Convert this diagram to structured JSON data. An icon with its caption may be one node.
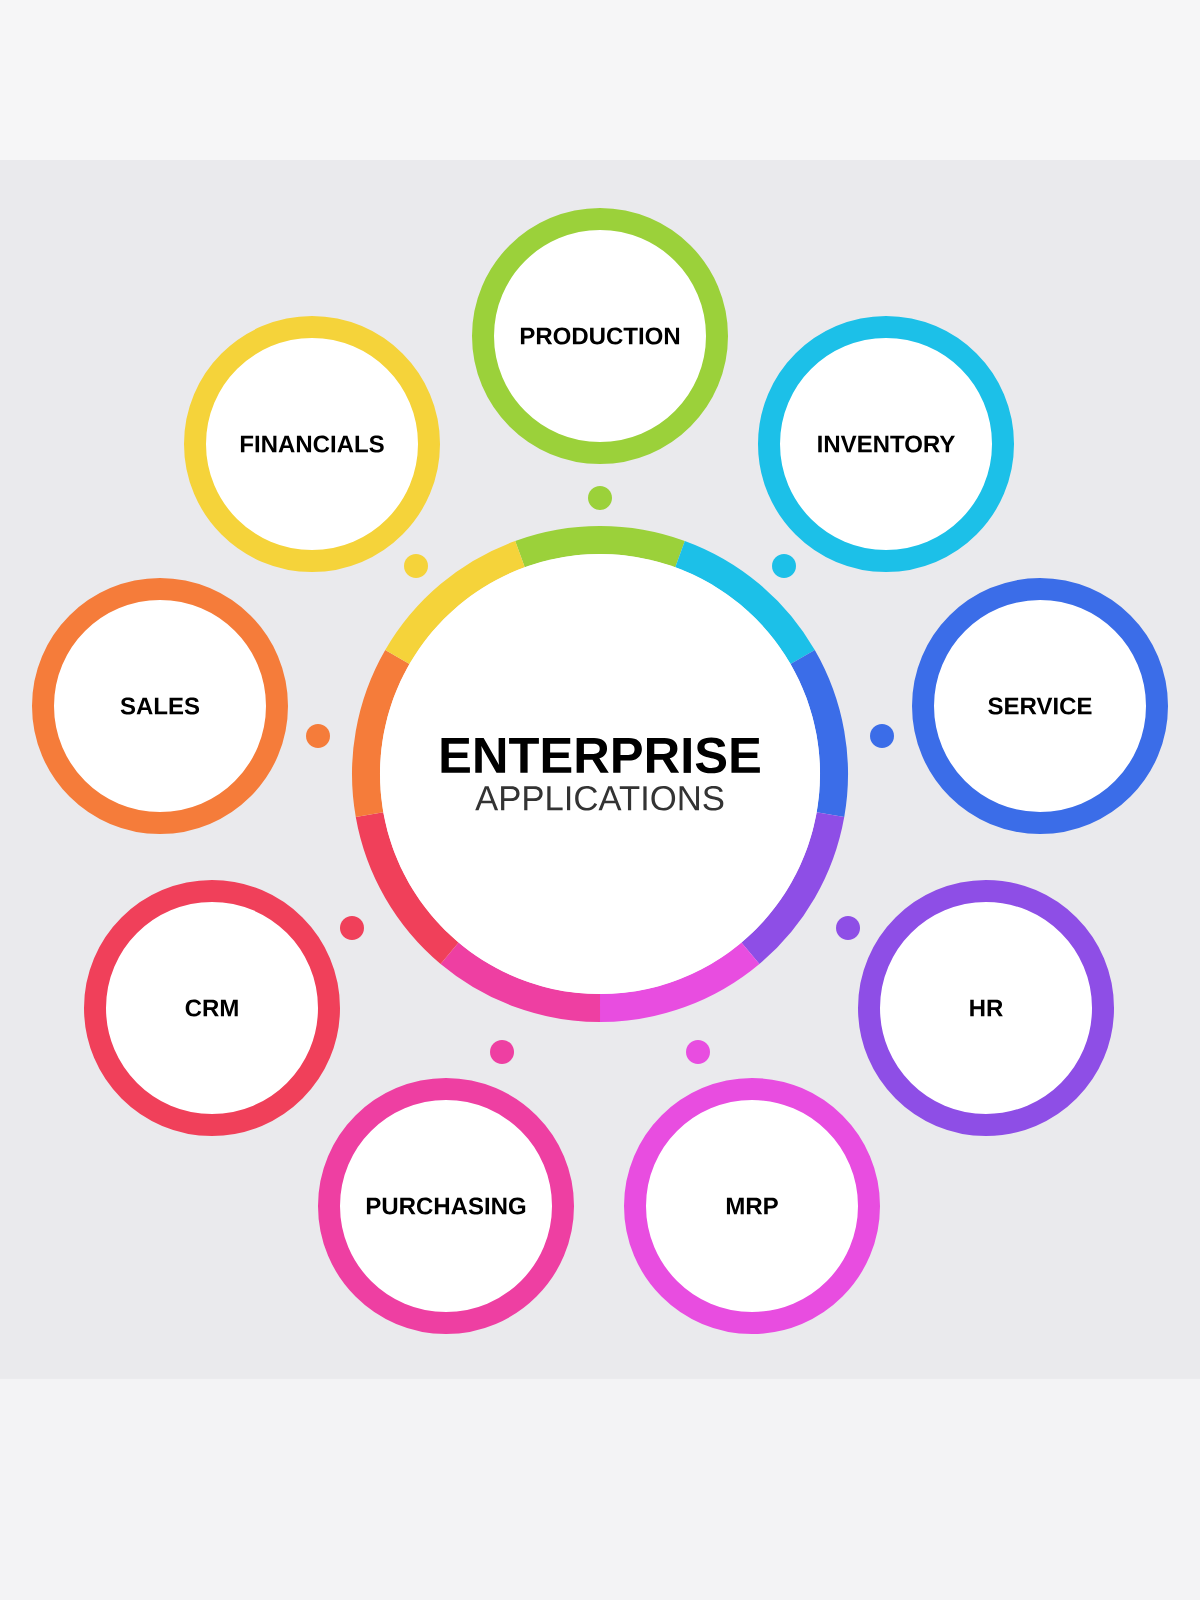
{
  "diagram": {
    "nodes": [
      {
        "text": [
          "ENTERPRISE",
          "APPLICATIONS"
        ]
      },
      {
        "text": [
          "PRODUCTION"
        ]
      },
      {
        "text": [
          "INVENTORY"
        ]
      },
      {
        "text": [
          "SERVICE"
        ]
      },
      {
        "text": [
          "HR"
        ]
      },
      {
        "text": [
          "MRP"
        ]
      },
      {
        "text": [
          "PURCHASING"
        ]
      },
      {
        "text": [
          "CRM"
        ]
      },
      {
        "text": [
          "SALES"
        ]
      },
      {
        "text": [
          "FINANCIALS"
        ]
      }
    ]
  }
}
